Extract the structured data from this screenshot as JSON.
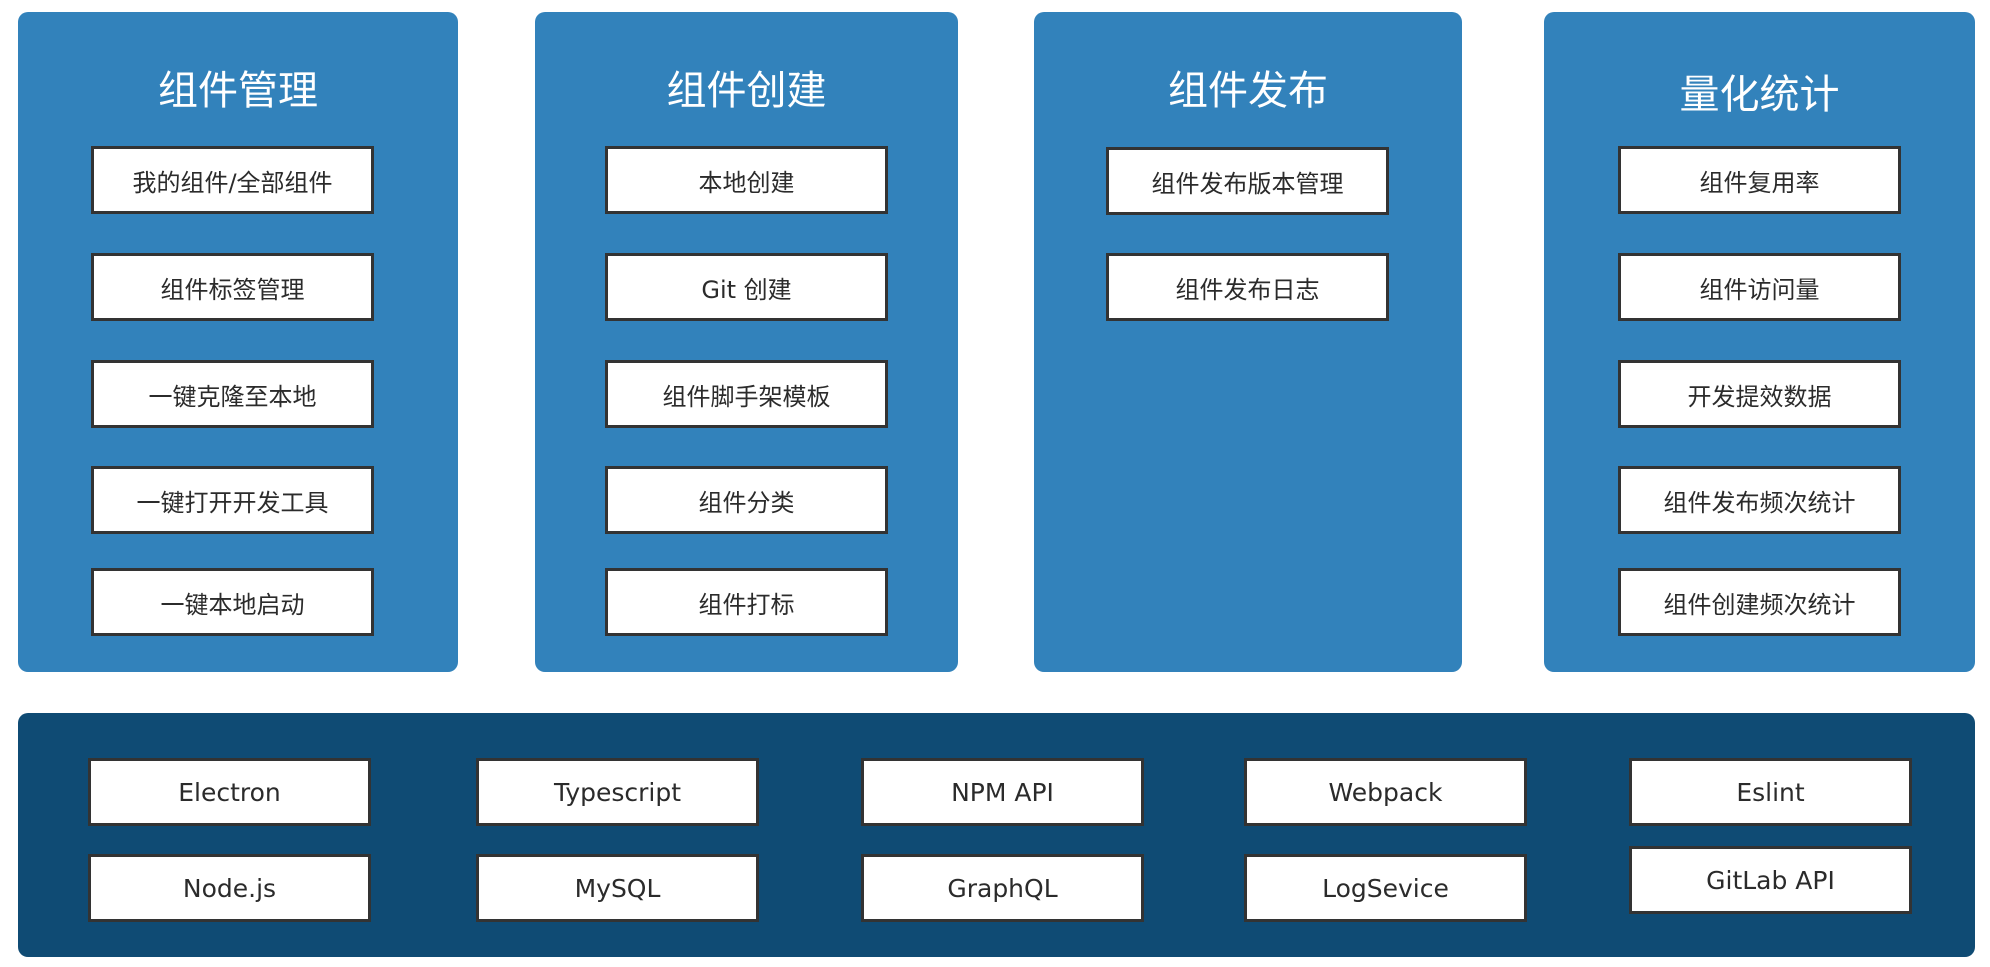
{
  "columns": [
    {
      "title": "组件管理",
      "items": [
        "我的组件/全部组件",
        "组件标签管理",
        "一键克隆至本地",
        "一键打开开发工具",
        "一键本地启动"
      ]
    },
    {
      "title": "组件创建",
      "items": [
        "本地创建",
        "Git 创建",
        "组件脚手架模板",
        "组件分类",
        "组件打标"
      ]
    },
    {
      "title": "组件发布",
      "items": [
        "组件发布版本管理",
        "组件发布日志"
      ]
    },
    {
      "title": "量化统计",
      "items": [
        "组件复用率",
        "组件访问量",
        "开发提效数据",
        "组件发布频次统计",
        "组件创建频次统计"
      ]
    }
  ],
  "tech_stack": {
    "row1": [
      "Electron",
      "Typescript",
      "NPM API",
      "Webpack",
      "Eslint"
    ],
    "row2": [
      "Node.js",
      "MySQL",
      "GraphQL",
      "LogSevice",
      "GitLab API"
    ]
  },
  "colors": {
    "panel": "#3282bb",
    "bottom_panel": "#0f4b74",
    "box_border": "#333333"
  }
}
